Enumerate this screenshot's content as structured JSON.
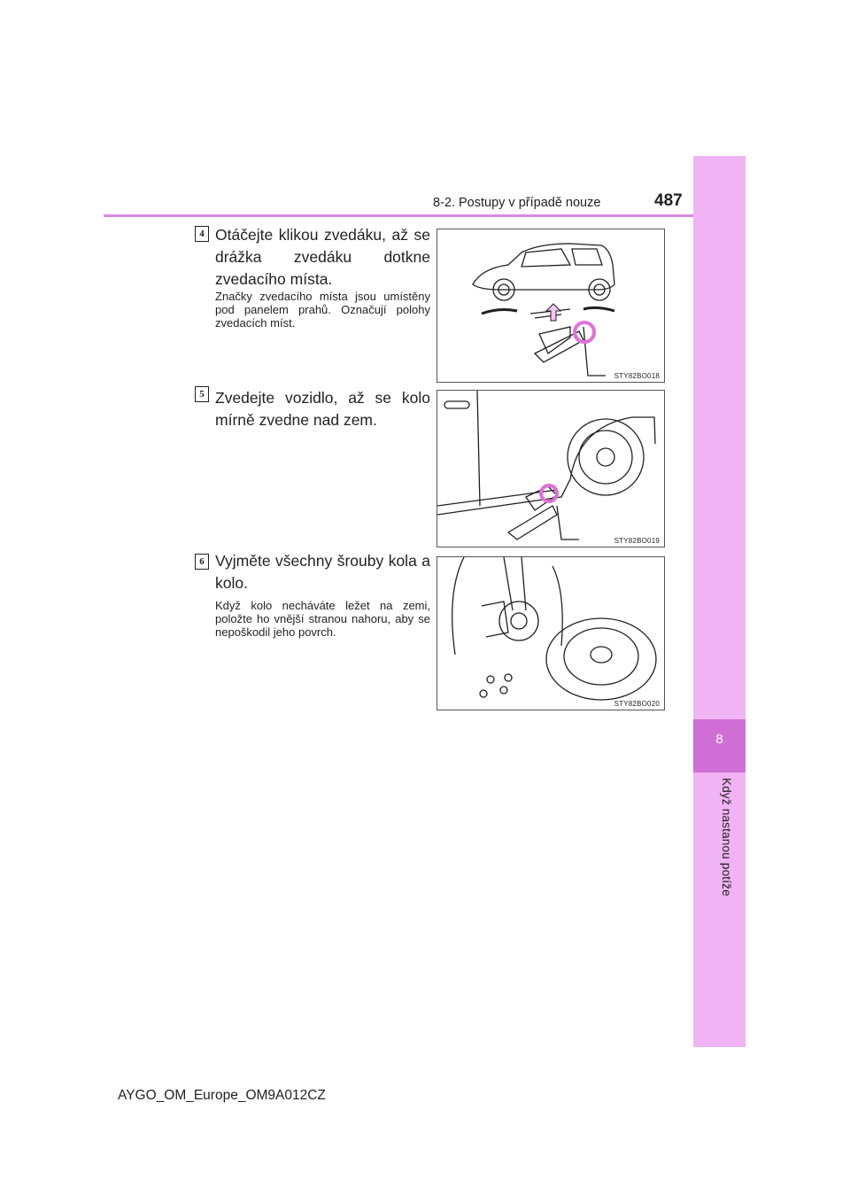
{
  "header": {
    "section": "8-2. Postupy v případě nouze",
    "page_number": "487"
  },
  "side_tab": {
    "chapter_number": "8",
    "chapter_title": "Když nastanou potíže"
  },
  "steps": [
    {
      "number": "4",
      "title": "Otáčejte klikou zvedáku, až se drážka zvedáku dotkne zvedacího místa.",
      "note": "Značky zvedacího místa jsou umístěny pod panelem prahů. Označují polohy zvedacích míst.",
      "figure_code": "STY82BO018"
    },
    {
      "number": "5",
      "title": "Zvedejte vozidlo, až se kolo mírně zvedne nad zem.",
      "note": "",
      "figure_code": "STY82BO019"
    },
    {
      "number": "6",
      "title": "Vyjměte všechny šrouby kola a kolo.",
      "note": "Když kolo necháváte ležet na zemi, položte ho vnější stranou nahoru, aby se nepoškodil jeho povrch.",
      "figure_code": "STY82BO020"
    }
  ],
  "footer": {
    "document_id": "AYGO_OM_Europe_OM9A012CZ"
  },
  "colors": {
    "tab_light": "#f0b4f4",
    "tab_dark": "#cf6fd6",
    "header_rule": "#d98ae0",
    "accent_arrow": "#e06fd8"
  }
}
